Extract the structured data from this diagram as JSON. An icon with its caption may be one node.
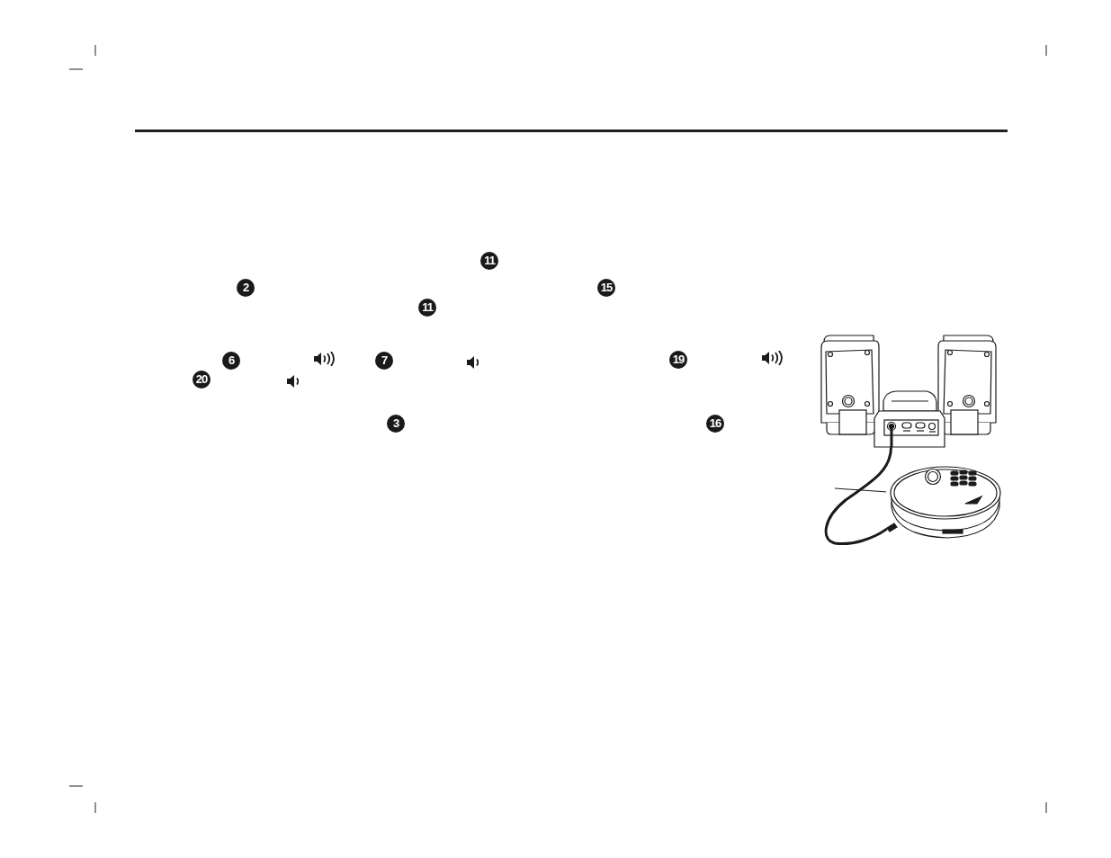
{
  "diagram": {
    "nodes": [
      {
        "text": [],
        "shape": "picture"
      },
      {
        "text": [],
        "shape": "picture"
      }
    ],
    "edges": [
      {
        "from": 0,
        "to": 1,
        "arrow": "none",
        "style": "thick"
      },
      {
        "from": null,
        "to": 1,
        "arrow": "none"
      }
    ],
    "labels": [
      "11",
      "2",
      "15",
      "11",
      "6",
      "7",
      "19",
      "20",
      "3",
      "16"
    ]
  }
}
